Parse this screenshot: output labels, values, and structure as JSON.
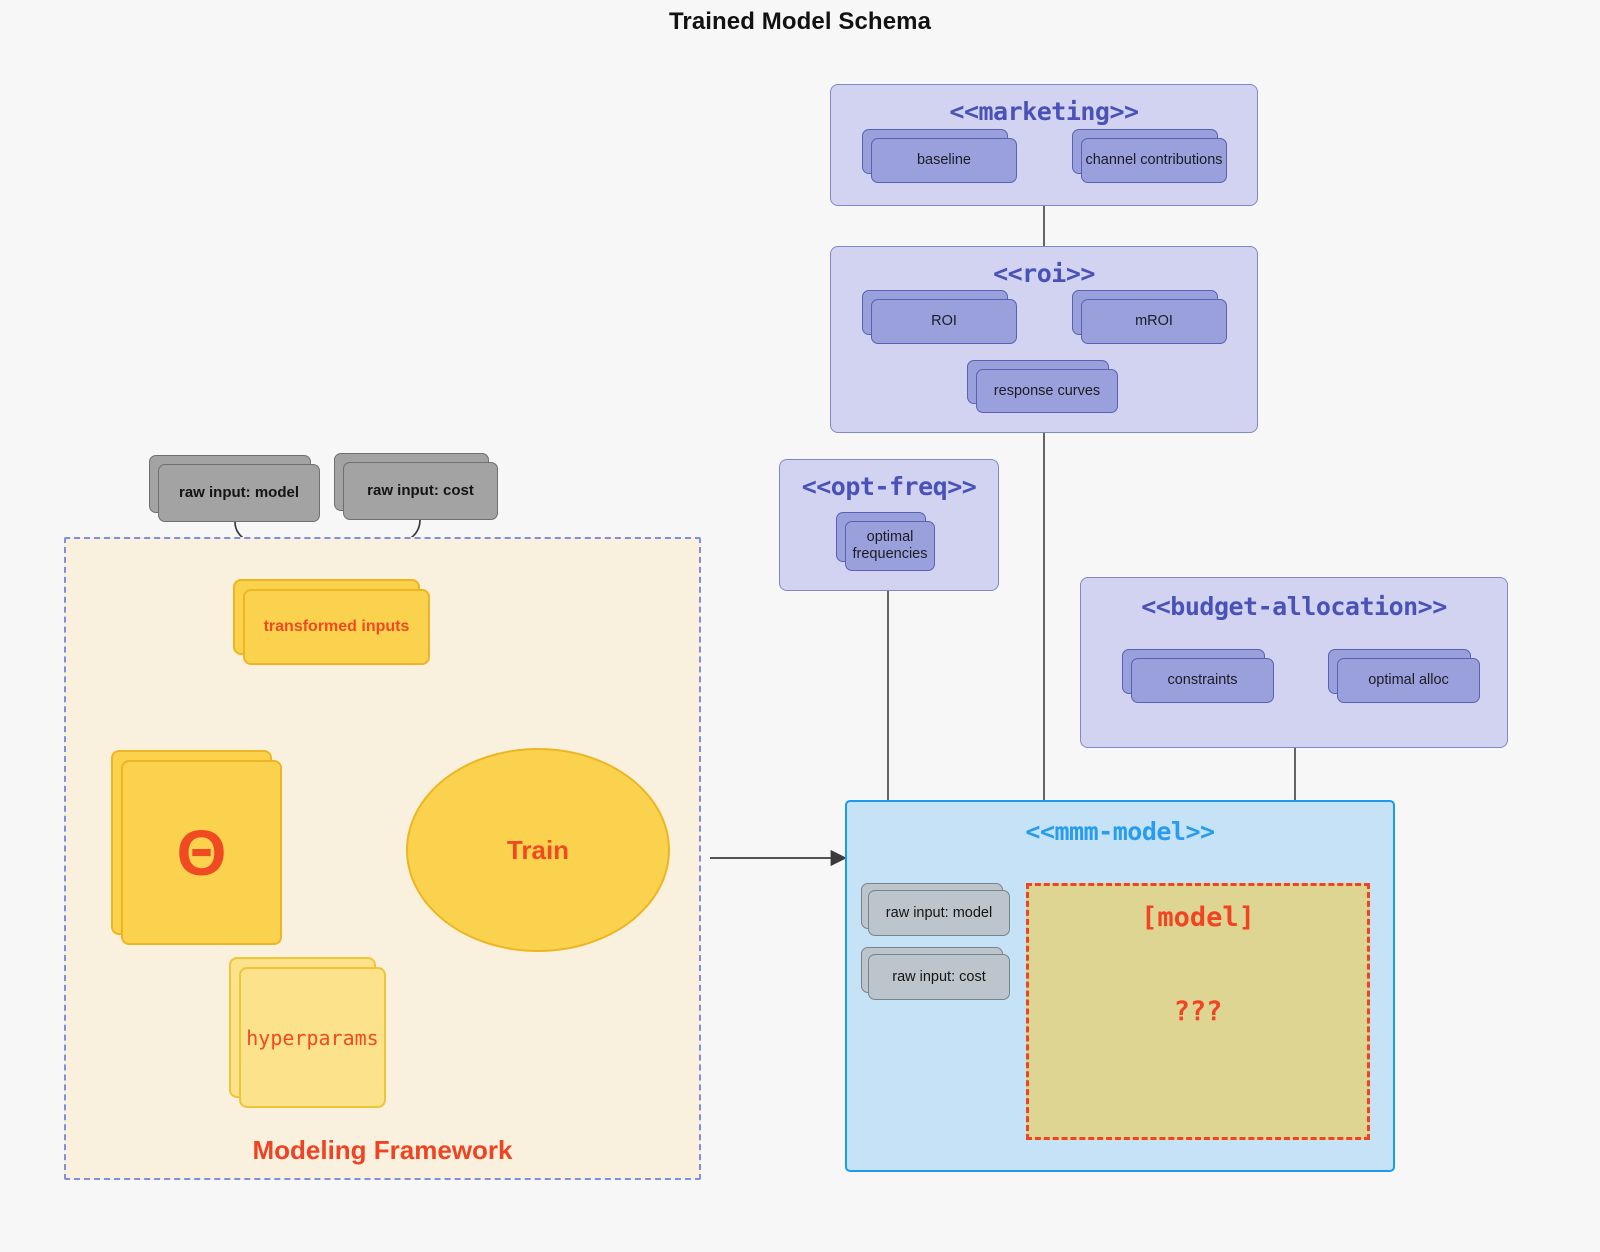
{
  "title": "Trained Model Schema",
  "packages": {
    "marketing": {
      "title": "<<marketing>>",
      "nodes": [
        {
          "label": "baseline"
        },
        {
          "label": "channel contributions"
        }
      ]
    },
    "roi": {
      "title": "<<roi>>",
      "nodes": [
        {
          "label": "ROI"
        },
        {
          "label": "mROI"
        },
        {
          "label": "response curves"
        }
      ]
    },
    "opt_freq": {
      "title": "<<opt-freq>>",
      "nodes": [
        {
          "label": "optimal frequencies"
        }
      ]
    },
    "budget_allocation": {
      "title": "<<budget-allocation>>",
      "nodes": [
        {
          "label": "constraints"
        },
        {
          "label": "optimal alloc"
        }
      ]
    },
    "mmm_model": {
      "title": "<<mmm-model>>",
      "raw_inputs": [
        {
          "label": "raw input: model"
        },
        {
          "label": "raw input: cost"
        }
      ],
      "model_box": {
        "label": "[model]",
        "unknown": "???"
      }
    }
  },
  "framework": {
    "label": "Modeling Framework",
    "raw_inputs": [
      {
        "label": "raw input: model"
      },
      {
        "label": "raw input: cost"
      }
    ],
    "transformed_inputs": "transformed inputs",
    "theta": "Θ",
    "hyperparams": "hyperparams",
    "train": "Train"
  },
  "colors": {
    "background": "#f7f7f7",
    "package_fill": "#d1d3f0",
    "package_border": "#8287c9",
    "package_title": "#4a52b8",
    "card_fill": "#9aa0dc",
    "card_border": "#5a61b4",
    "gray_outer_fill": "#a3a3a3",
    "gray_inner_fill": "#bcc5cc",
    "framework_fill": "#f9f1de",
    "framework_border": "#7f8fe0",
    "accent_red": "#f04423",
    "yellow_deep": "#fbd24e",
    "yellow_pale": "#fce28b",
    "yellow_border": "#edb521",
    "mmm_fill": "#c5e2f7",
    "mmm_border": "#1a9bf0",
    "mmm_title": "#279cf0",
    "model_box_fill": "#dfd592",
    "edge_gray": "#4a4a4a"
  }
}
